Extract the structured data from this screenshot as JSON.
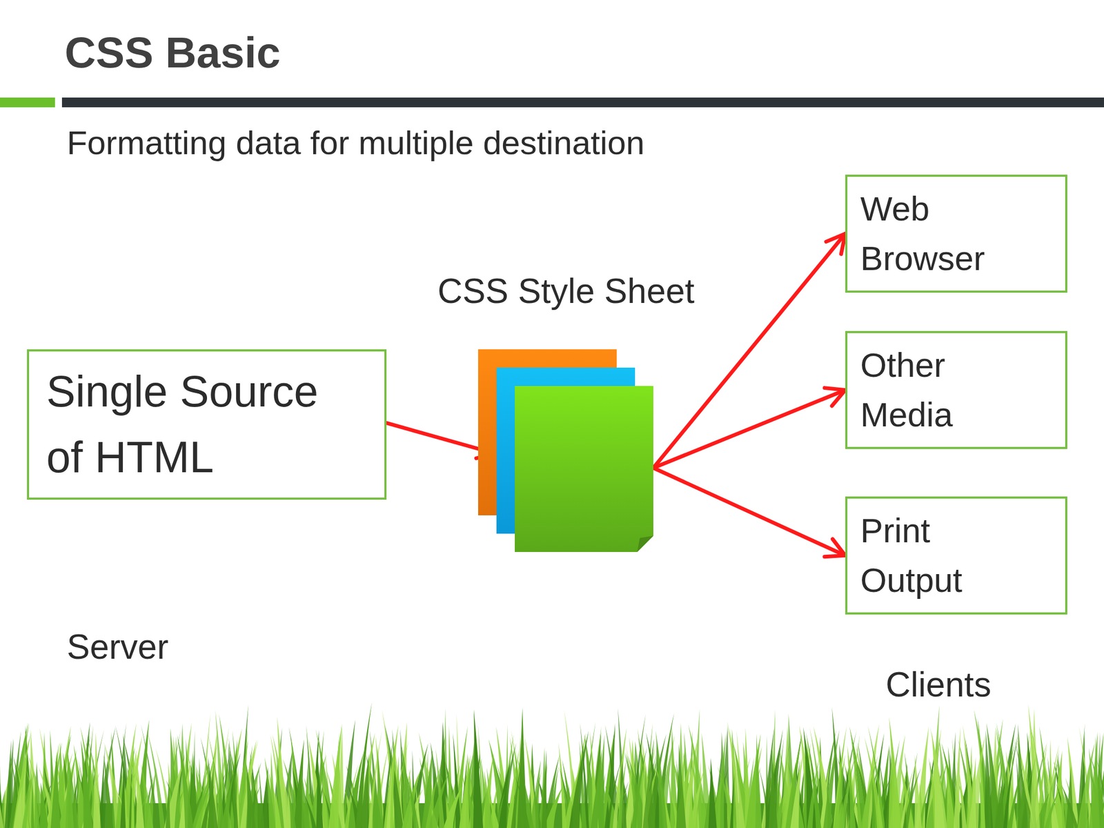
{
  "diagram": {
    "title": "CSS Basic",
    "nodes": [
      {
        "text": [
          "Single Source of HTML"
        ]
      },
      {
        "text": [
          "CSS Style Sheet"
        ]
      },
      {
        "text": [
          "Web Browser"
        ]
      },
      {
        "text": [
          "Other Media"
        ]
      },
      {
        "text": [
          "Print Output"
        ]
      }
    ],
    "edges": [
      {
        "from": 0,
        "to": 1,
        "arrow": "to"
      },
      {
        "from": 1,
        "to": 2,
        "arrow": "to"
      },
      {
        "from": 1,
        "to": 3,
        "arrow": "to"
      },
      {
        "from": 1,
        "to": 4,
        "arrow": "to"
      }
    ],
    "labels": [
      "Formatting data for multiple destination",
      "Server",
      "Clients"
    ]
  }
}
